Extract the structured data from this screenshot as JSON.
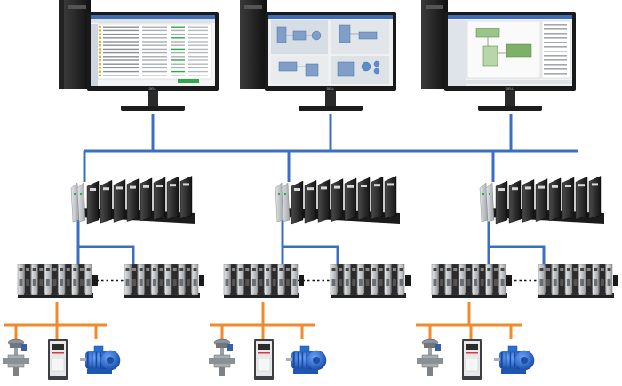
{
  "diagram": {
    "type": "control-system-architecture",
    "levels": [
      "operator-workstations",
      "controllers",
      "io-modules",
      "field-devices"
    ],
    "workstations": [
      {
        "id": "ws1",
        "monitor_brand": "DELL",
        "screen": "alarm-list"
      },
      {
        "id": "ws2",
        "monitor_brand": "DELL",
        "screen": "process-graphic"
      },
      {
        "id": "ws3",
        "monitor_brand": "DELL",
        "screen": "configuration"
      }
    ],
    "controllers": [
      {
        "id": "c1"
      },
      {
        "id": "c2"
      },
      {
        "id": "c3"
      }
    ],
    "io_groups": [
      {
        "id": "g1",
        "racks": 2,
        "link": "dotted"
      },
      {
        "id": "g2",
        "racks": 2,
        "link": "dotted"
      },
      {
        "id": "g3",
        "racks": 2,
        "link": "dotted"
      }
    ],
    "field_devices": [
      "control-valve",
      "variable-frequency-drive",
      "electric-motor"
    ],
    "colors": {
      "network": "#3b6fc4",
      "fieldbus": "#f08a2c",
      "monitor_frame": "#1a1a1a",
      "module_dark": "#2b2b2b",
      "module_light": "#c9ccd0",
      "motor": "#2a6fd0",
      "drive_face": "#e8e8e8",
      "status_green": "#2ea84a"
    }
  }
}
